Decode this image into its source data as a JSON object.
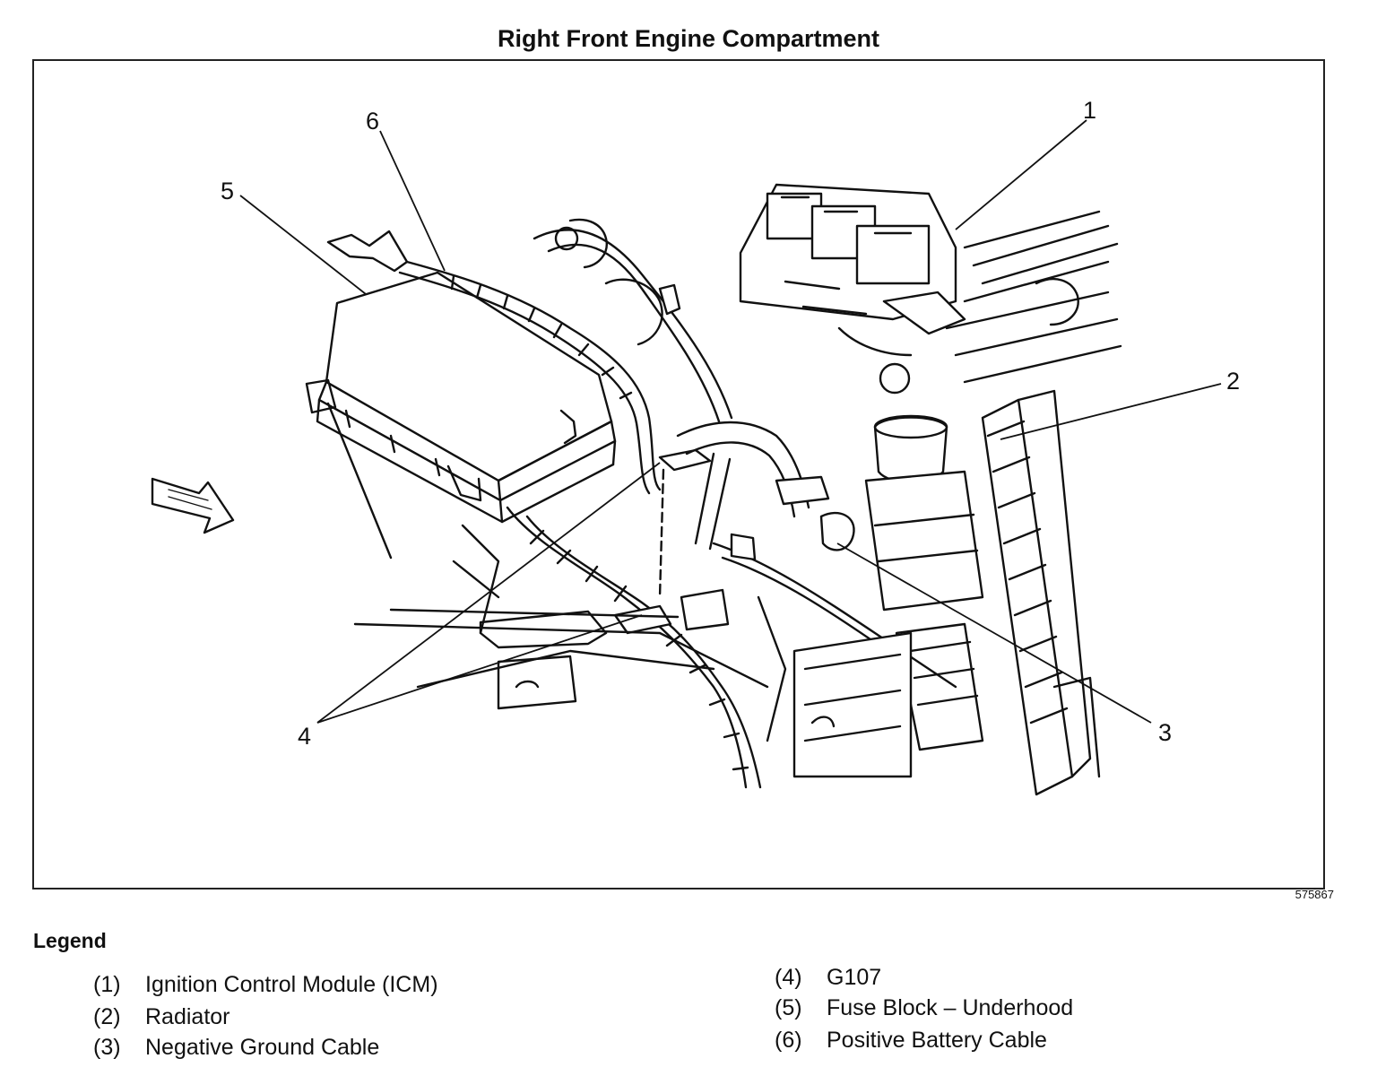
{
  "title": "Right Front Engine Compartment",
  "figure_number": "575867",
  "callouts": [
    "1",
    "2",
    "3",
    "4",
    "5",
    "6"
  ],
  "legend": {
    "heading": "Legend",
    "items": [
      {
        "num": "(1)",
        "label": "Ignition Control Module (ICM)"
      },
      {
        "num": "(2)",
        "label": "Radiator"
      },
      {
        "num": "(3)",
        "label": "Negative Ground Cable"
      },
      {
        "num": "(4)",
        "label": "G107"
      },
      {
        "num": "(5)",
        "label": "Fuse Block – Underhood"
      },
      {
        "num": "(6)",
        "label": "Positive Battery Cable"
      }
    ]
  }
}
